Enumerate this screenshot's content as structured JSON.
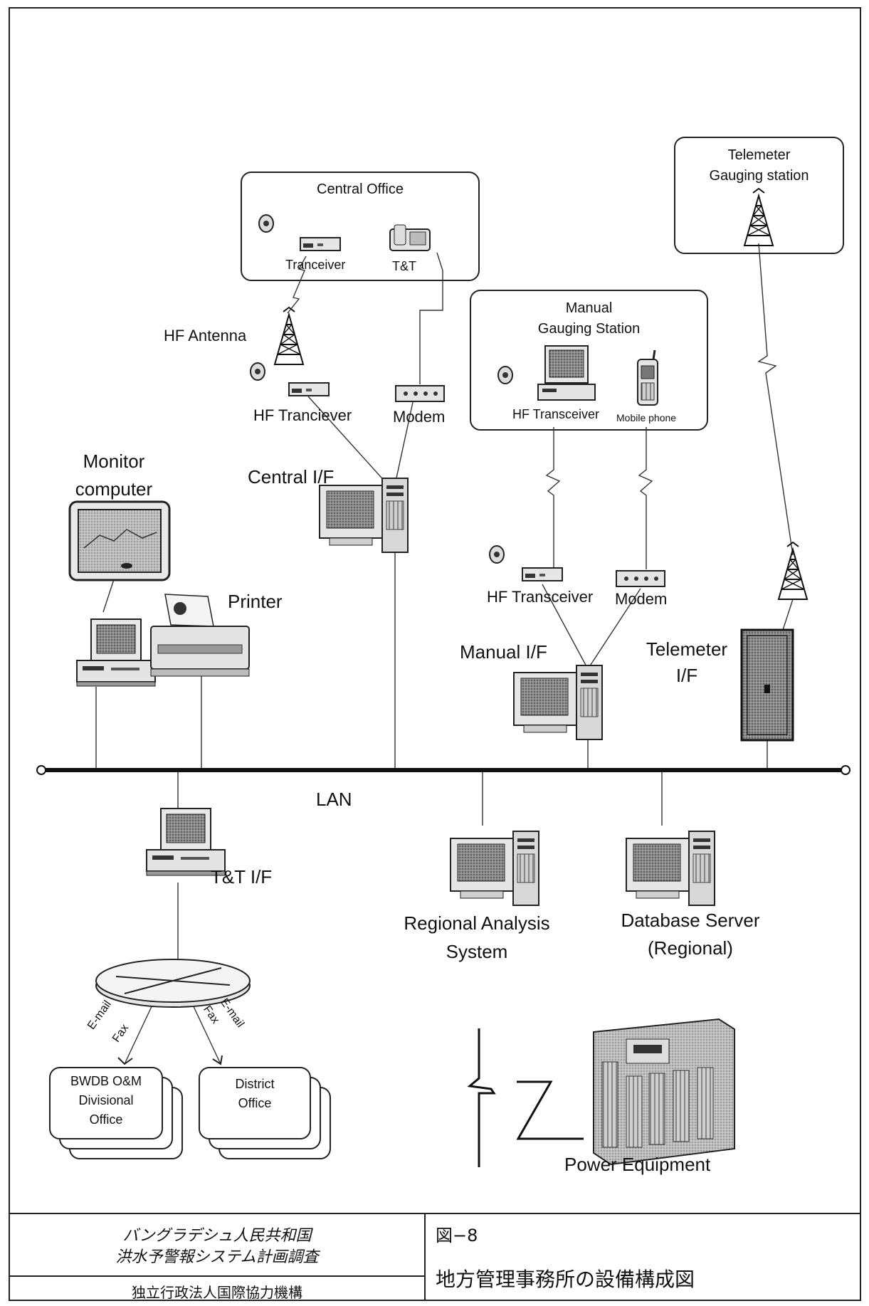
{
  "diagram": {
    "central_office": {
      "title": "Central Office",
      "transceiver": "Tranceiver",
      "tt": "T&T"
    },
    "telemeter_station": {
      "line1": "Telemeter",
      "line2": "Gauging station"
    },
    "manual_station": {
      "line1": "Manual",
      "line2": "Gauging Station",
      "transceiver": "HF Transceiver",
      "mobile": "Mobile phone"
    },
    "hf_antenna": "HF Antenna",
    "hf_tranciever": "HF Tranciever",
    "modem_central": "Modem",
    "central_if": "Central I/F",
    "monitor": {
      "line1": "Monitor",
      "line2": "computer"
    },
    "printer": "Printer",
    "hf_transceiver_manual": "HF Transceiver",
    "modem_manual": "Modem",
    "manual_if": "Manual I/F",
    "telemeter_if": {
      "line1": "Telemeter",
      "line2": "I/F"
    },
    "lan": "LAN",
    "tt_if": "T&T I/F",
    "regional_analysis": {
      "line1": "Regional Analysis",
      "line2": "System"
    },
    "database_server": {
      "line1": "Database Server",
      "line2": "(Regional)"
    },
    "email_left": "E-mail",
    "fax_left": "Fax",
    "email_right": "E-mail",
    "fax_right": "Fax",
    "bwdb": {
      "line1": "BWDB O&M",
      "line2": "Divisional",
      "line3": "Office"
    },
    "district": {
      "line1": "District",
      "line2": "Office"
    },
    "power": "Power Equipment"
  },
  "title_block": {
    "project_line1": "バングラデシュ人民共和国",
    "project_line2": "洪水予警報システム計画調査",
    "agency": "独立行政法人国際協力機構",
    "figure_number": "図−8",
    "figure_title": "地方管理事務所の設備構成図"
  }
}
